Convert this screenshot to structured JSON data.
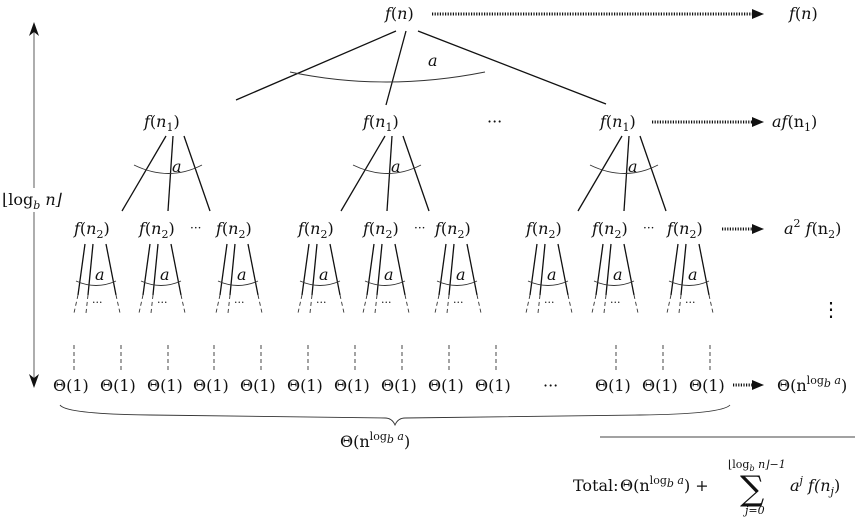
{
  "root": {
    "label": "f(n)",
    "fn": "f",
    "arg": "n",
    "arg_sub": ""
  },
  "branch_label": "a",
  "level1": {
    "fn": "f",
    "arg": "n",
    "arg_sub": "1",
    "ellipsis": "···"
  },
  "level2": {
    "fn": "f",
    "arg": "n",
    "arg_sub": "2",
    "inline_ellipsis": "···"
  },
  "level3_ellipsis": "···",
  "leaves": {
    "label": "Θ(1)",
    "ellipsis": "···"
  },
  "depth": {
    "label": "⌊log",
    "base": "b",
    "rest": " n⌋"
  },
  "row_costs": [
    {
      "name": "level0",
      "text": "f(n)"
    },
    {
      "name": "level1",
      "prefix": "af",
      "arg": "(n",
      "sub": "1",
      "close": ")"
    },
    {
      "name": "level2",
      "prefix": "a",
      "sup": "2",
      "mid": " f",
      "arg": "(n",
      "sub": "2",
      "close": ")"
    },
    {
      "name": "vdots",
      "text": "⋮"
    },
    {
      "name": "leaves",
      "theta": "Θ(n",
      "exp": "log",
      "exp_sub": "b",
      "exp_rest": " a",
      "close": ")"
    }
  ],
  "leaf_brace_label": {
    "theta": "Θ(n",
    "exp": "log",
    "exp_sub": "b",
    "exp_rest": " a",
    "close": ")"
  },
  "total": {
    "prefix": "Total:",
    "theta": "Θ(n",
    "exp": "log",
    "exp_sub": "b",
    "exp_rest": " a",
    "close": ") +",
    "sum_symbol": "∑",
    "upper": "⌊log",
    "upper_sub": "b",
    "upper_rest": " n⌋−1",
    "lower": "j=0",
    "term_a": "a",
    "term_sup": "j",
    "term_f": " f(n",
    "term_sub": "j",
    "term_close": ")"
  }
}
